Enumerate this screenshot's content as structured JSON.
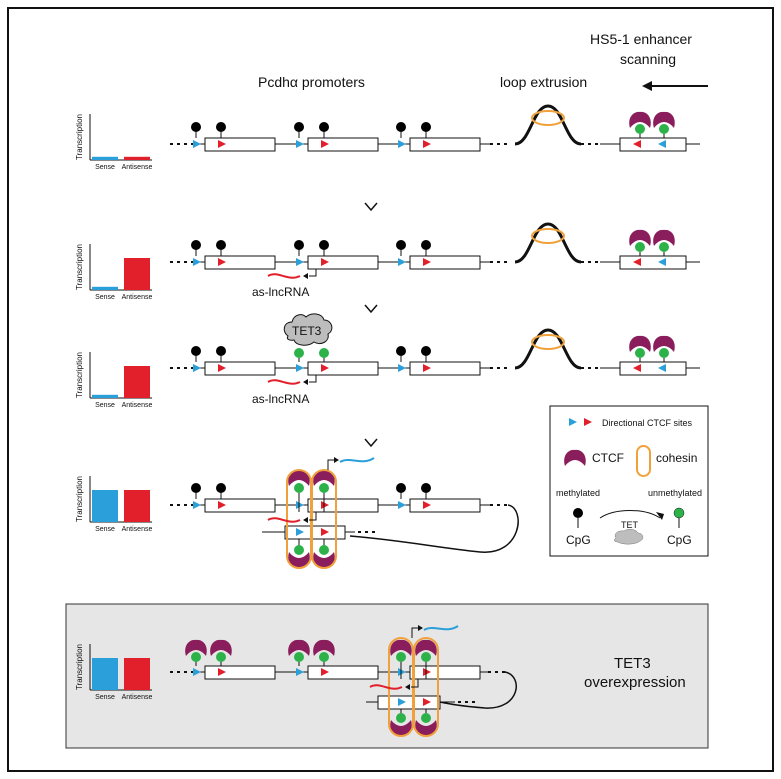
{
  "header": {
    "promoters_label": "Pcdhα promoters",
    "loop_label": "loop extrusion",
    "enhancer_line1": "HS5-1 enhancer",
    "enhancer_line2": "scanning"
  },
  "chart_axis": {
    "ylabel": "Transcription",
    "sense_label": "Sense",
    "antisense_label": "Antisense"
  },
  "rna_label": "as-lncRNA",
  "tet_label": "TET3",
  "overexpression_line1": "TET3",
  "overexpression_line2": "overexpression",
  "legend": {
    "ctcf_sites": "Directional CTCF sites",
    "ctcf": "CTCF",
    "cohesin": "cohesin",
    "methylated": "methylated",
    "unmethylated": "unmethylated",
    "tet": "TET",
    "cpg_left": "CpG",
    "cpg_right": "CpG"
  },
  "colors": {
    "sense": "#2b9fd9",
    "antisense": "#e2202b",
    "ctcf": "#8a1e5c",
    "cohesin": "#f0a13c",
    "unmethylated": "#2db24a",
    "methylated": "#000000",
    "tet": "#bdbdbd"
  },
  "chart_data": [
    {
      "type": "bar",
      "categories": [
        "Sense",
        "Antisense"
      ],
      "values": [
        0.1,
        0.1
      ],
      "ylabel": "Transcription"
    },
    {
      "type": "bar",
      "categories": [
        "Sense",
        "Antisense"
      ],
      "values": [
        0.1,
        1.0
      ],
      "ylabel": "Transcription"
    },
    {
      "type": "bar",
      "categories": [
        "Sense",
        "Antisense"
      ],
      "values": [
        0.1,
        1.0
      ],
      "ylabel": "Transcription"
    },
    {
      "type": "bar",
      "categories": [
        "Sense",
        "Antisense"
      ],
      "values": [
        1.0,
        1.0
      ],
      "ylabel": "Transcription"
    },
    {
      "type": "bar",
      "categories": [
        "Sense",
        "Antisense"
      ],
      "values": [
        1.0,
        1.0
      ],
      "ylabel": "Transcription"
    }
  ]
}
